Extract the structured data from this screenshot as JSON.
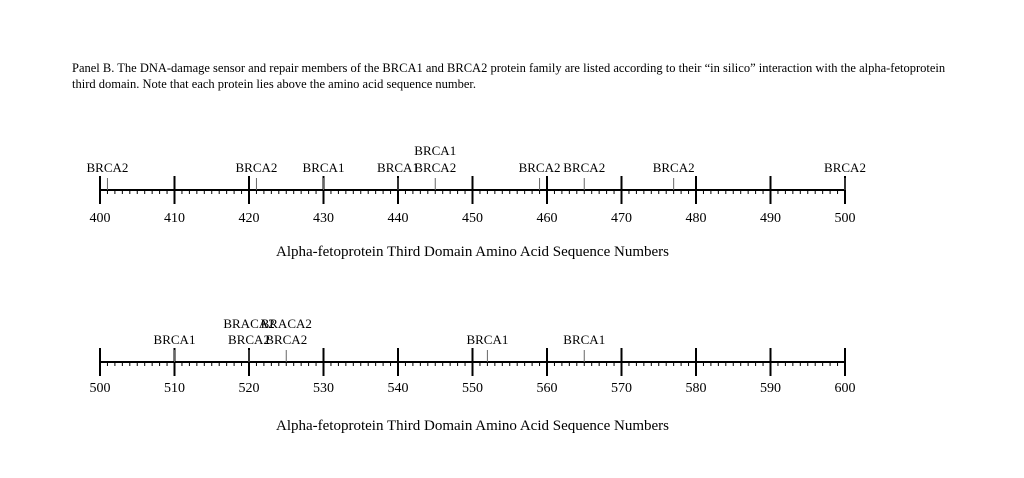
{
  "caption": "Panel B. The DNA-damage sensor and repair members of the BRCA1 and BRCA2 protein family are listed according to their “in silico” interaction with the alpha-fetoprotein third domain. Note that each protein lies above the amino acid sequence number.",
  "scales": [
    {
      "ticks": [
        "400",
        "410",
        "420",
        "430",
        "440",
        "450",
        "460",
        "470",
        "480",
        "490",
        "500"
      ],
      "axis_title": "Alpha-fetoprotein Third Domain Amino Acid Sequence Numbers",
      "proteins": [
        {
          "label": "BRCA2",
          "position": 401
        },
        {
          "label": "BRCA2",
          "position": 421
        },
        {
          "label": "BRCA1",
          "position": 430
        },
        {
          "label": "BRCA1",
          "position": 440
        },
        {
          "label": "BRCA2",
          "position": 445
        },
        {
          "label": "BRCA1",
          "position": 445
        },
        {
          "label": "BRCA2",
          "position": 459
        },
        {
          "label": "BRCA2",
          "position": 465
        },
        {
          "label": "BRCA2",
          "position": 477
        },
        {
          "label": "BRCA2",
          "position": 500
        }
      ]
    },
    {
      "ticks": [
        "500",
        "510",
        "520",
        "530",
        "540",
        "550",
        "560",
        "570",
        "580",
        "590",
        "600"
      ],
      "axis_title": "Alpha-fetoprotein Third Domain Amino Acid Sequence Numbers",
      "proteins": [
        {
          "label": "BRCA1",
          "position": 510
        },
        {
          "label": "BRCA2",
          "position": 520
        },
        {
          "label": "BRACA2",
          "position": 520
        },
        {
          "label": "BRCA2",
          "position": 525
        },
        {
          "label": "BRACA2",
          "position": 525
        },
        {
          "label": "BRCA1",
          "position": 552
        },
        {
          "label": "BRCA1",
          "position": 565
        }
      ]
    }
  ]
}
